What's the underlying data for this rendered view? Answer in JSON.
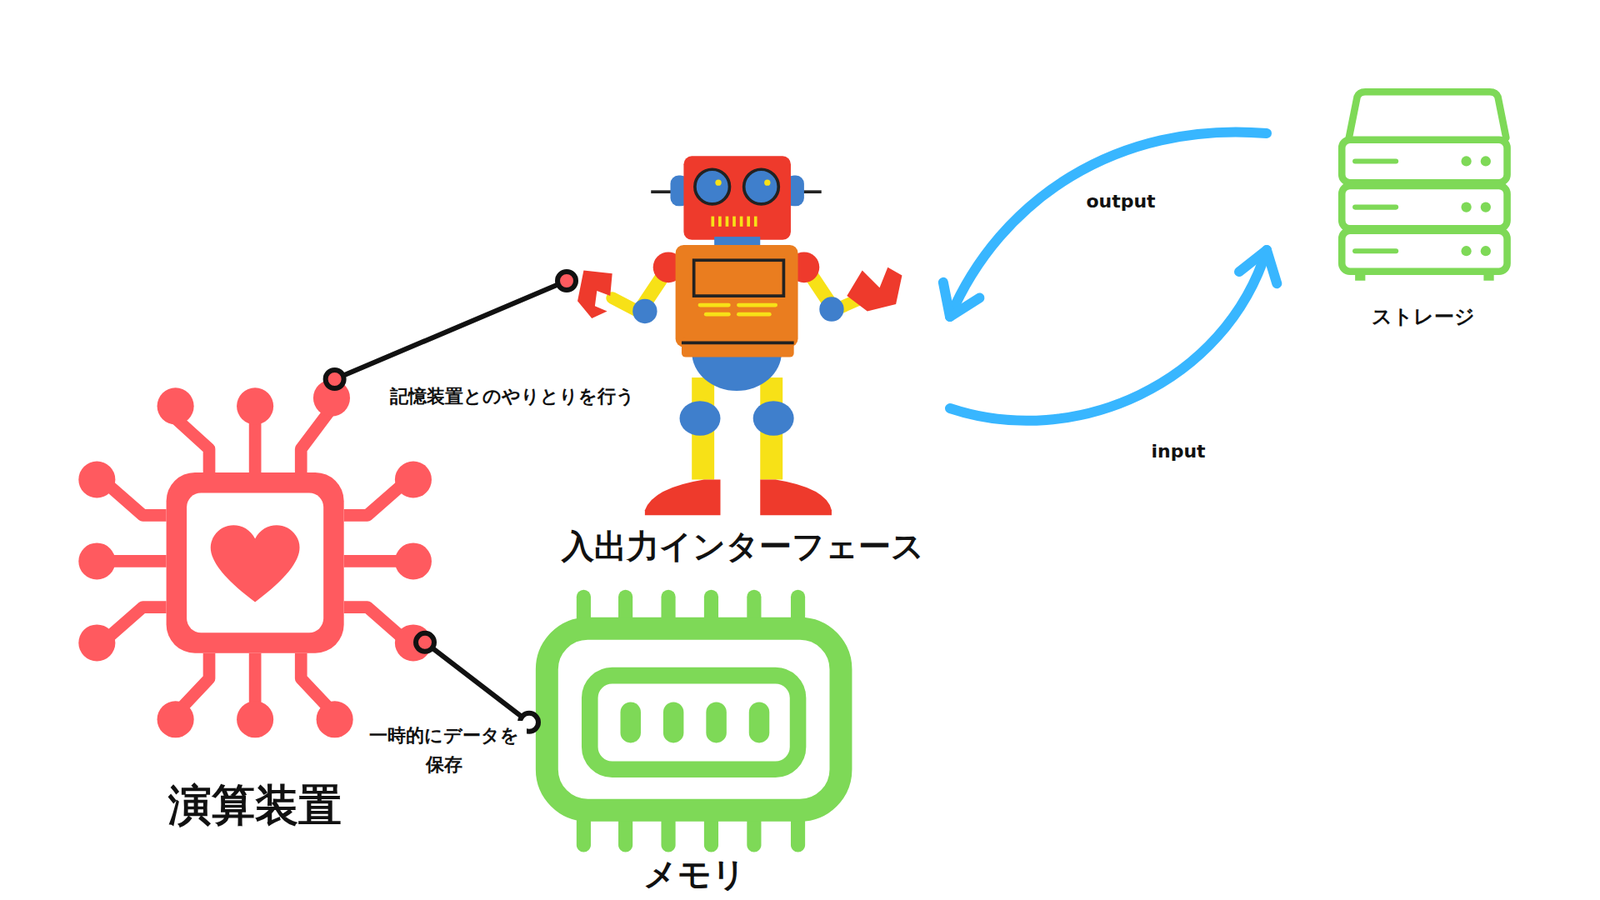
{
  "diagram": {
    "nodes": [
      {
        "text": [
          "ストレージ"
        ]
      },
      {
        "text": [
          "入出力インターフェース"
        ]
      },
      {
        "text": [
          "演算装置"
        ]
      },
      {
        "text": [
          "メモリ"
        ]
      }
    ],
    "edges": [
      {
        "from": 0,
        "to": 1,
        "label": "output",
        "arrow": "to"
      },
      {
        "from": 1,
        "to": 0,
        "label": "input",
        "arrow": "to"
      },
      {
        "from": 2,
        "to": 1,
        "label": "記憶装置とのやりとりを行う",
        "arrow": "none"
      },
      {
        "from": 2,
        "to": 3,
        "label": "一時的にデータを 保存",
        "arrow": "none"
      }
    ]
  }
}
